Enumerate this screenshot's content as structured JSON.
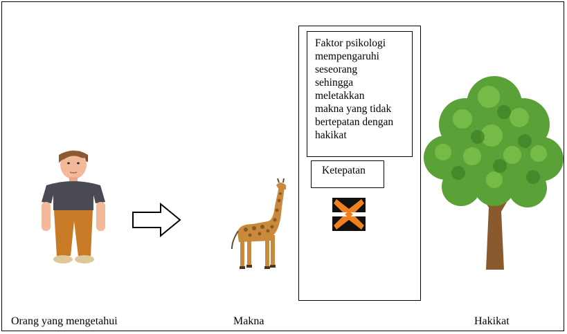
{
  "header": {
    "top_text_partial": ""
  },
  "labels": {
    "person": "Orang yang mengetahui",
    "meaning": "Makna",
    "essence": "Hakikat"
  },
  "note_box": {
    "lines": [
      "Faktor psikologi",
      "mempengaruhi",
      "seseorang",
      "sehingga",
      "meletakkan",
      "makna yang tidak",
      "bertepatan dengan",
      "hakikat"
    ]
  },
  "accuracy_box": {
    "label": "Ketepatan"
  },
  "icons": {
    "person": "person-illustration",
    "arrow": "right-arrow-icon",
    "giraffe": "giraffe-illustration",
    "mismatch": "orange-x-mark-icon",
    "tree": "tree-illustration"
  },
  "colors": {
    "shirt": "#4a4a52",
    "pants": "#c97a26",
    "skin": "#f4b89a",
    "giraffe": "#c98a3e",
    "x_mark": "#f07f1e",
    "tree_foliage": "#5aa238",
    "trunk": "#8a5a2e"
  }
}
